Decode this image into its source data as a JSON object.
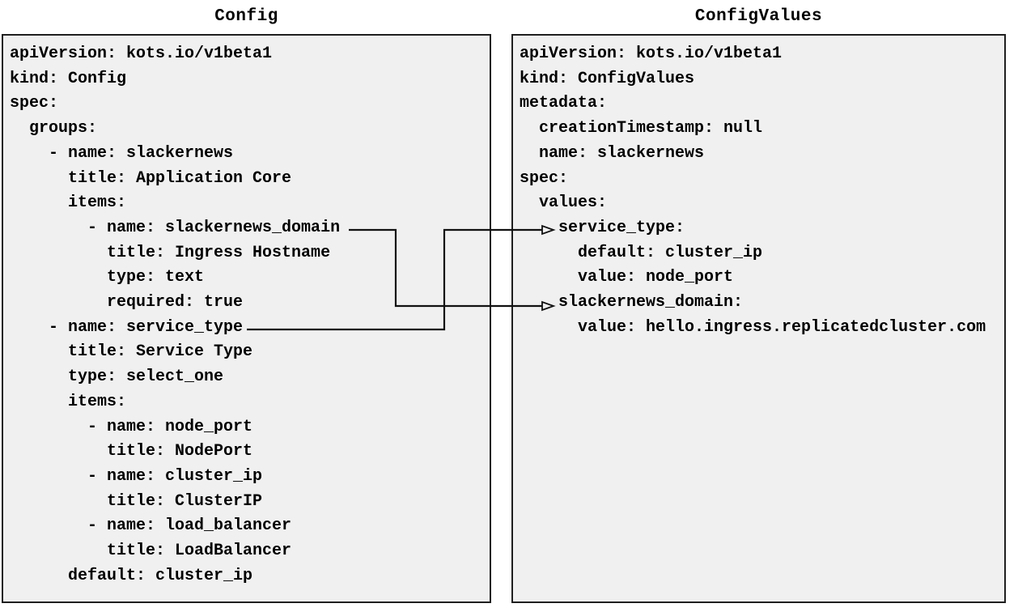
{
  "colors": {
    "page_background": "#ffffff",
    "panel_background": "#f0f0f0",
    "panel_border": "#1f1f1f",
    "text": "#000000",
    "arrow": "#111111"
  },
  "panels": [
    {
      "id": "config",
      "title": "Config",
      "lines": [
        "apiVersion: kots.io/v1beta1",
        "kind: Config",
        "spec:",
        "  groups:",
        "    - name: slackernews",
        "      title: Application Core",
        "      items:",
        "        - name: slackernews_domain",
        "          title: Ingress Hostname",
        "          type: text",
        "          required: true",
        "    - name: service_type",
        "      title: Service Type",
        "      type: select_one",
        "      items:",
        "        - name: node_port",
        "          title: NodePort",
        "        - name: cluster_ip",
        "          title: ClusterIP",
        "        - name: load_balancer",
        "          title: LoadBalancer",
        "      default: cluster_ip"
      ]
    },
    {
      "id": "config-values",
      "title": "ConfigValues",
      "lines": [
        "apiVersion: kots.io/v1beta1",
        "kind: ConfigValues",
        "metadata:",
        "  creationTimestamp: null",
        "  name: slackernews",
        "spec:",
        "  values:",
        "    service_type:",
        "      default: cluster_ip",
        "      value: node_port",
        "    slackernews_domain:",
        "      value: hello.ingress.replicatedcluster.com"
      ]
    }
  ],
  "connections": [
    {
      "from": "Config item slackernews_domain",
      "to": "ConfigValues spec.values.slackernews_domain"
    },
    {
      "from": "Config item service_type",
      "to": "ConfigValues spec.values.service_type"
    }
  ]
}
